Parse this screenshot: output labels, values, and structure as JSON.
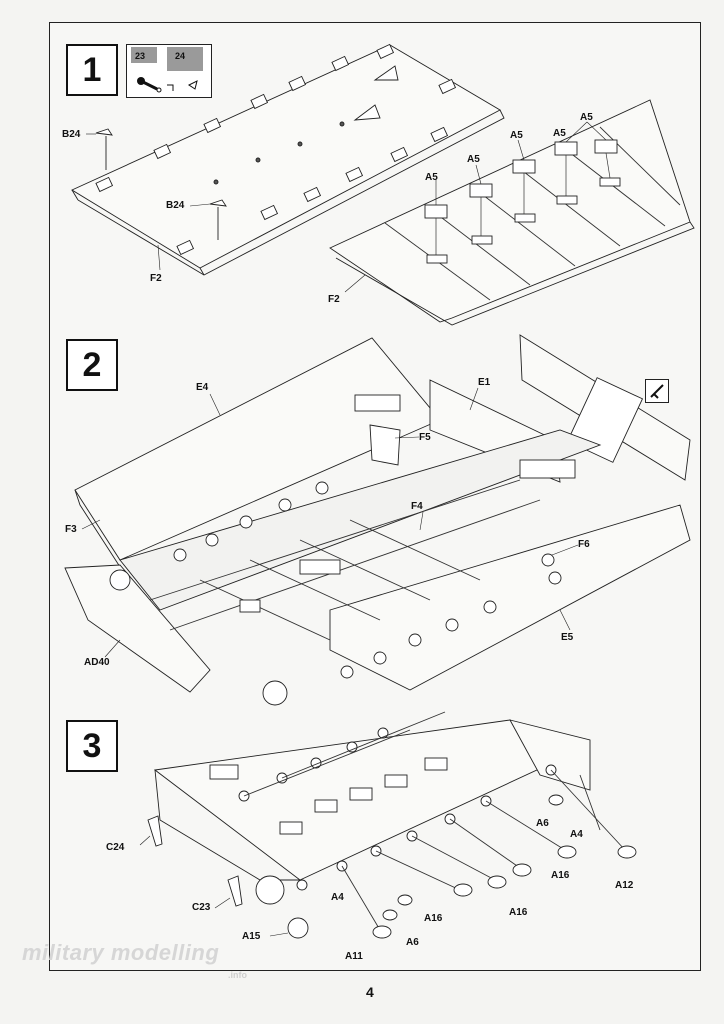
{
  "steps": [
    {
      "number": "1"
    },
    {
      "number": "2"
    },
    {
      "number": "3"
    }
  ],
  "step1": {
    "ref_tab_a": "23",
    "ref_tab_b": "24",
    "labels": [
      "B24",
      "B24",
      "F2",
      "F2",
      "A5",
      "A5",
      "A5",
      "A5",
      "A5"
    ]
  },
  "step2": {
    "labels": [
      "E4",
      "E1",
      "F5",
      "F3",
      "F4",
      "F6",
      "E5",
      "AD40"
    ]
  },
  "step3": {
    "labels": [
      "C24",
      "C23",
      "A15",
      "A11",
      "A4",
      "A6",
      "A16",
      "A16",
      "A16",
      "A6",
      "A4",
      "A12"
    ]
  },
  "page_number": "4",
  "watermark": {
    "text": "military modelling",
    "sub": ".info"
  }
}
